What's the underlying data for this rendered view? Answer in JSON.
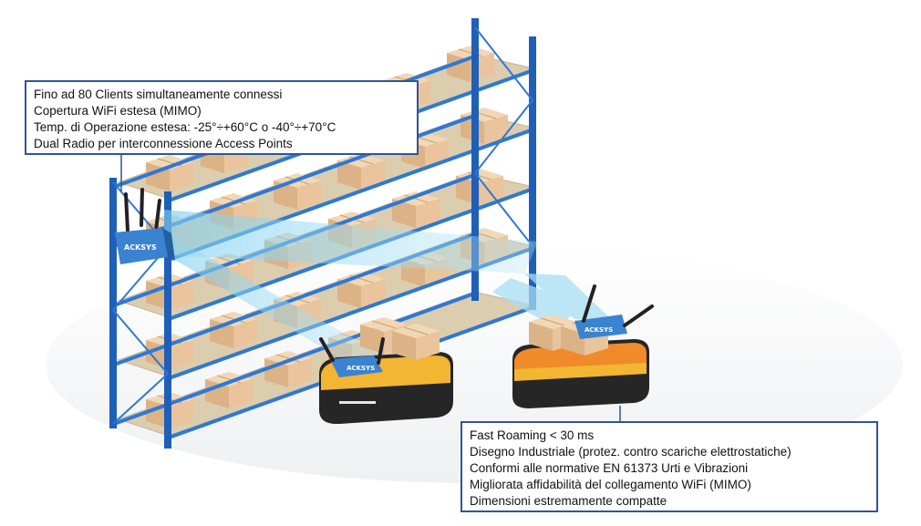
{
  "callout_top": {
    "lines": [
      "Fino ad 80 Clients simultaneamente connessi",
      "Copertura WiFi estesa (MIMO)",
      "Temp. di Operazione estesa: -25°÷+60°C o -40°÷+70°C",
      "Dual Radio per interconnessione Access Points"
    ]
  },
  "callout_bottom": {
    "lines": [
      "Fast Roaming < 30 ms",
      "Disegno Industriale (protez. contro scariche elettrostatiche)",
      "Conformi alle normative EN 61373 Urti e Vibrazioni",
      "Migliorata affidabilità del collegamento WiFi (MIMO)",
      "Dimensioni estremamente compatte"
    ]
  },
  "devices": {
    "brand_label": "ACKSYS"
  },
  "colors": {
    "rack_blue": "#1f5fb8",
    "shelf_beige": "#d9c9a8",
    "box_tan": "#e7c7a1",
    "wifi_beam": "#8ed3ee",
    "agv_yellow": "#f2b632",
    "agv_orange": "#f08a2a",
    "callout_border": "#2f5597"
  }
}
